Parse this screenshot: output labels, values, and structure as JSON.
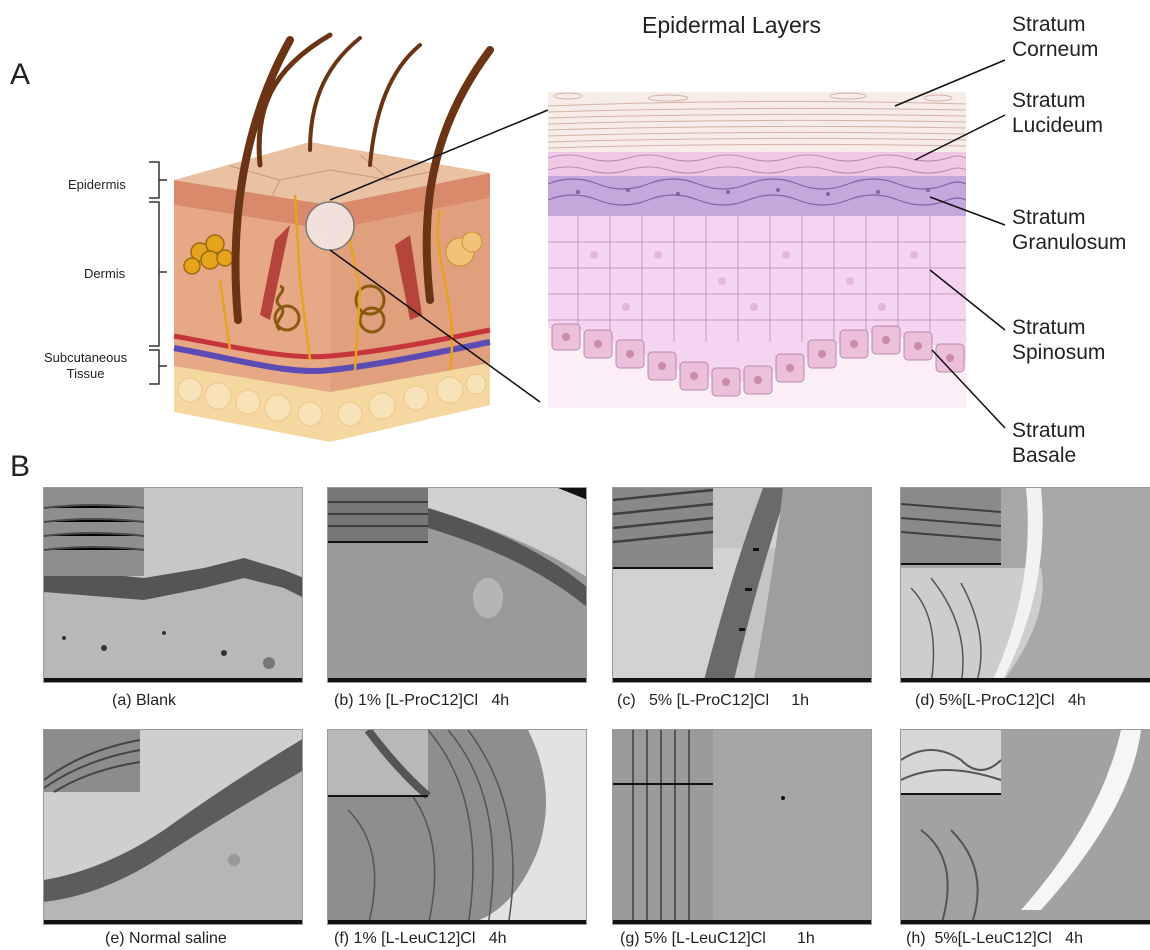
{
  "figure": {
    "panel_a": {
      "letter": "A",
      "skin_labels": {
        "epidermis": "Epidermis",
        "dermis": "Dermis",
        "subcutaneous_line1": "Subcutaneous",
        "subcutaneous_line2": "Tissue"
      },
      "layers_title": "Epidermal Layers",
      "layers": [
        {
          "line1": "Stratum",
          "line2": "Corneum"
        },
        {
          "line1": "Stratum",
          "line2": "Lucideum"
        },
        {
          "line1": "Stratum",
          "line2": "Granulosum"
        },
        {
          "line1": "Stratum",
          "line2": "Spinosum"
        },
        {
          "line1": "Stratum",
          "line2": "Basale"
        }
      ]
    },
    "panel_b": {
      "letter": "B",
      "micrographs": [
        {
          "label": "(a) Blank"
        },
        {
          "label": "(b) 1% [L-ProC12]Cl   4h"
        },
        {
          "label": "(c)   5% [L-ProC12]Cl     1h"
        },
        {
          "label": "(d) 5%[L-ProC12]Cl   4h"
        },
        {
          "label": "(e) Normal saline"
        },
        {
          "label": "(f) 1% [L-LeuC12]Cl   4h"
        },
        {
          "label": "(g) 5% [L-LeuC12]Cl       1h"
        },
        {
          "label": "(h)  5%[L-LeuC12]Cl   4h"
        }
      ]
    },
    "colors": {
      "skin_surface": "#e9c1a3",
      "dermis": "#e7a886",
      "fat": "#f5d7a0",
      "hair": "#6b3414",
      "nerve": "#e6a41c",
      "vein": "#5d4bb5",
      "artery": "#c8343b",
      "corneum": "#eed9d2",
      "lucidum": "#efc8e6",
      "granulosum": "#c4a8dc",
      "spinosum": "#f4d4f1",
      "basale": "#ecc0da"
    }
  }
}
